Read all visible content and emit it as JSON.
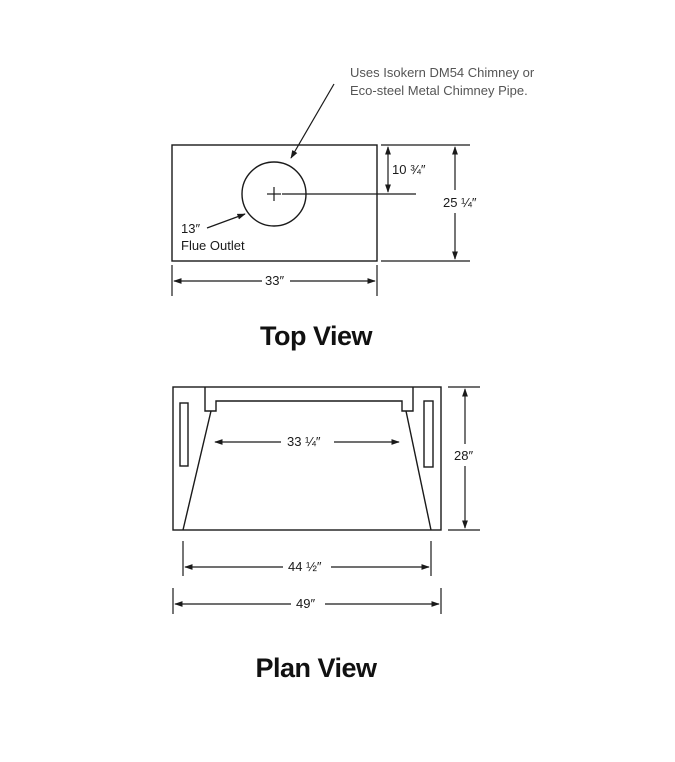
{
  "top_view": {
    "note_line1": "Uses Isokern DM54 Chimney or",
    "note_line2": "Eco-steel Metal Chimney Pipe.",
    "dim_offset": "10 ¾″",
    "dim_depth": "25 ¼″",
    "dim_width": "33″",
    "flue_size": "13″",
    "flue_label": "Flue Outlet",
    "title": "Top View"
  },
  "plan_view": {
    "dim_inner_back": "33 ¼″",
    "dim_depth": "28″",
    "dim_opening": "44 ½″",
    "dim_width": "49″",
    "title": "Plan View"
  },
  "colors": {
    "line": "#1a1a1a",
    "note_text": "#555555"
  }
}
